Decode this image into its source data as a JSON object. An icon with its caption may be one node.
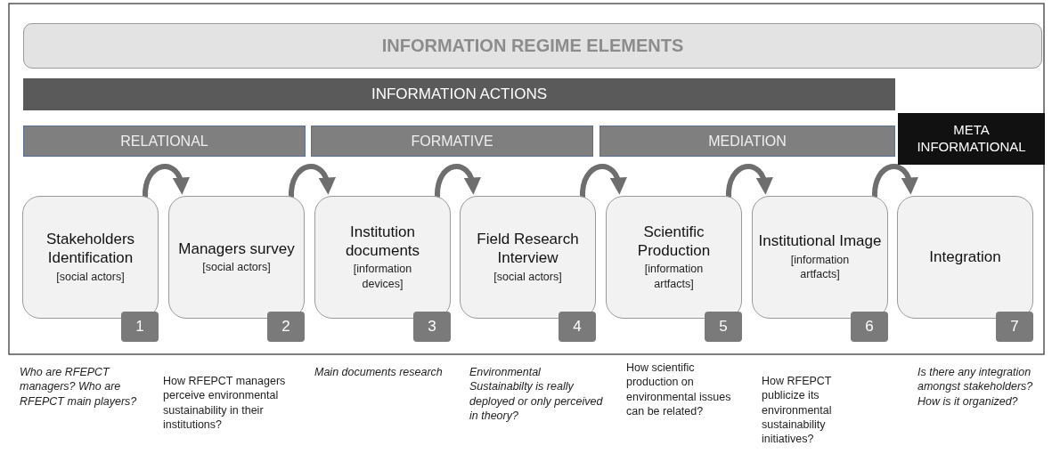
{
  "diagram": {
    "nodes": [
      {
        "text": [
          "INFORMATION REGIME ELEMENTS"
        ]
      },
      {
        "text": [
          "INFORMATION ACTIONS"
        ]
      },
      {
        "text": [
          "RELATIONAL"
        ]
      },
      {
        "text": [
          "FORMATIVE"
        ]
      },
      {
        "text": [
          "MEDIATION"
        ]
      },
      {
        "text": [
          "META INFORMATIONAL"
        ]
      },
      {
        "text": [
          "Stakeholders Identification",
          "[social actors]"
        ]
      },
      {
        "text": [
          "Managers survey",
          "[social actors]"
        ]
      },
      {
        "text": [
          "Institution documents",
          "[information devices]"
        ]
      },
      {
        "text": [
          "Field Research Interview",
          "[social actors]"
        ]
      },
      {
        "text": [
          "Scientific Production",
          "[information artfacts]"
        ]
      },
      {
        "text": [
          "Institutional Image",
          "[information artfacts]"
        ]
      },
      {
        "text": [
          "Integration"
        ]
      },
      {
        "text": [
          "1"
        ]
      },
      {
        "text": [
          "2"
        ]
      },
      {
        "text": [
          "3"
        ]
      },
      {
        "text": [
          "4"
        ]
      },
      {
        "text": [
          "5"
        ]
      },
      {
        "text": [
          "6"
        ]
      },
      {
        "text": [
          "7"
        ]
      }
    ],
    "edges": [
      {
        "from": 6,
        "to": 7,
        "arrow": "to"
      },
      {
        "from": 7,
        "to": 8,
        "arrow": "to"
      },
      {
        "from": 8,
        "to": 9,
        "arrow": "to"
      },
      {
        "from": 9,
        "to": 10,
        "arrow": "to"
      },
      {
        "from": 10,
        "to": 11,
        "arrow": "to"
      },
      {
        "from": 11,
        "to": 12,
        "arrow": "to"
      }
    ],
    "labels": [
      "Who are RFEPCT managers? Who are RFEPCT main players?",
      "How RFEPCT managers perceive environmental sustainability in their institutions?",
      "Main documents research",
      "Environmental Sustainabilty is really deployed or only perceived in theory?",
      "How scientific production on environmental issues can be related?",
      "How RFEPCT publicize its environmental sustainability initiatives?",
      "Is there any integration amongst stakeholders? How is it organized?"
    ]
  }
}
